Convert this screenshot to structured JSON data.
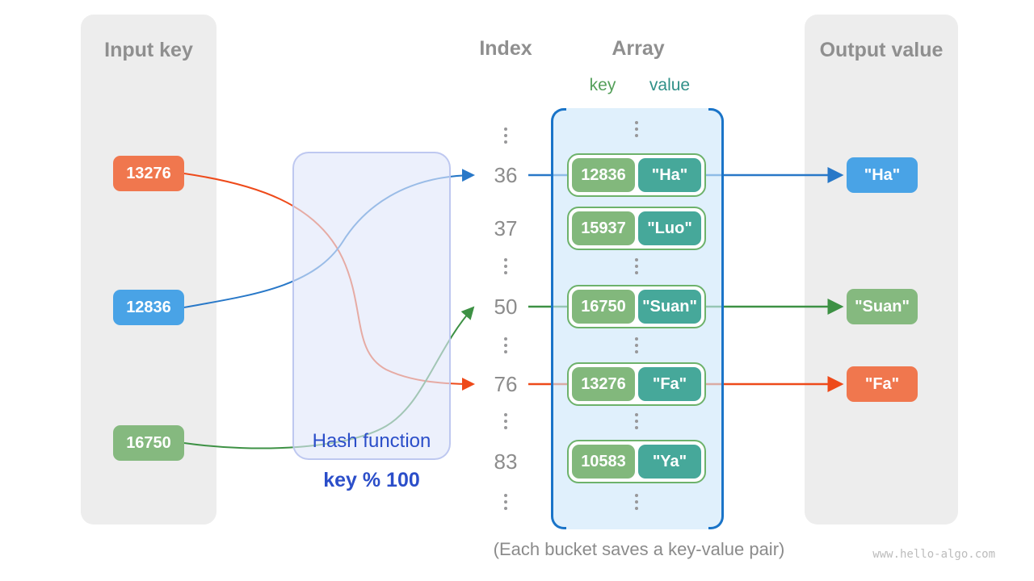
{
  "input_panel": {
    "title": "Input key",
    "keys": [
      {
        "label": "13276",
        "color": "#f0774e"
      },
      {
        "label": "12836",
        "color": "#49a3e6"
      },
      {
        "label": "16750",
        "color": "#85b97f"
      }
    ]
  },
  "hash_box": {
    "title": "Hash function",
    "formula": "key % 100",
    "text_color": "#2b4ec9"
  },
  "index_column": {
    "title": "Index",
    "rows": [
      "36",
      "37",
      "50",
      "76",
      "83"
    ]
  },
  "array_panel": {
    "title": "Array",
    "key_header": "key",
    "value_header": "value",
    "buckets": [
      {
        "index": "36",
        "key": "12836",
        "value": "\"Ha\""
      },
      {
        "index": "37",
        "key": "15937",
        "value": "\"Luo\""
      },
      {
        "index": "50",
        "key": "16750",
        "value": "\"Suan\""
      },
      {
        "index": "76",
        "key": "13276",
        "value": "\"Fa\""
      },
      {
        "index": "83",
        "key": "10583",
        "value": "\"Ya\""
      }
    ]
  },
  "output_panel": {
    "title": "Output value",
    "values": [
      {
        "label": "\"Ha\"",
        "color": "#49a3e6"
      },
      {
        "label": "\"Suan\"",
        "color": "#85b97f"
      },
      {
        "label": "\"Fa\"",
        "color": "#f0764e"
      }
    ]
  },
  "caption": "(Each bucket saves a key-value pair)",
  "watermark": "www.hello-algo.com",
  "colors": {
    "arrow_blue": "#2878c8",
    "arrow_green": "#3d9144",
    "arrow_orange": "#ee4a1a",
    "panel_bg": "#ededed",
    "array_bg": "#e3f0fa",
    "bracket_blue": "#1a74c8",
    "key_green": "#82b87c",
    "value_teal": "#46a89a",
    "pair_border": "#6db26b",
    "header_key_green": "#55a05a",
    "header_value_teal": "#2f9088",
    "title_gray": "#8f8f8f"
  }
}
